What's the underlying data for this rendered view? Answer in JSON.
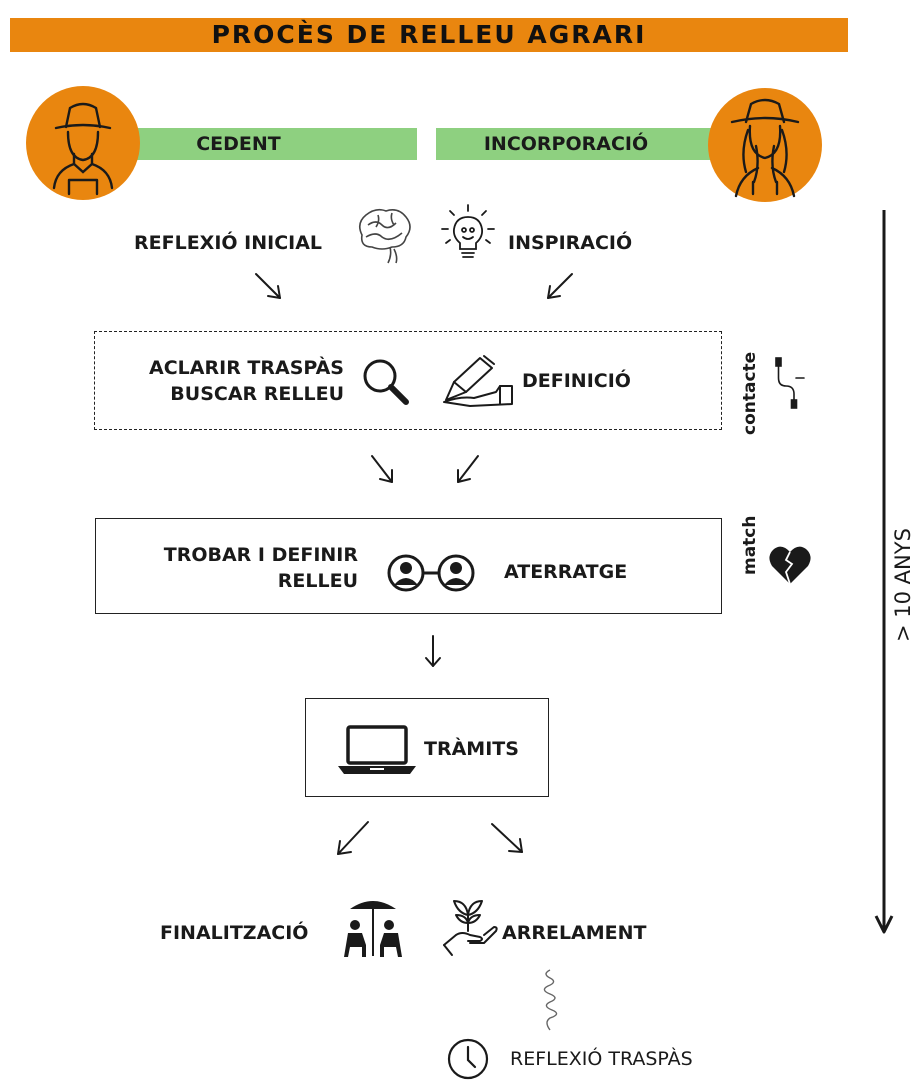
{
  "title": "PROCÈS DE RELLEU AGRARI",
  "colors": {
    "accent": "#e9860f",
    "green": "#8ed080",
    "ink": "#1a1a1a"
  },
  "roles": {
    "left": "CEDENT",
    "right": "INCORPORACIÓ"
  },
  "steps": {
    "reflexio_inicial": "REFLEXIÓ INICIAL",
    "inspiracio": "INSPIRACIÓ",
    "aclarir_traspas": "ACLARIR TRASPÀS",
    "buscar_relleu": "BUSCAR RELLEU",
    "definicio": "DEFINICIÓ",
    "trobar_definir_1": "TROBAR I DEFINIR",
    "trobar_definir_2": "RELLEU",
    "aterratge": "ATERRATGE",
    "tramits": "TRÀMITS",
    "finalitzacio": "FINALITZACIÓ",
    "arrelament": "ARRELAMENT",
    "reflexio_traspas": "REFLEXIÓ TRASPÀS"
  },
  "side_labels": {
    "contacte": "contacte",
    "match": "match"
  },
  "timeline": "> 10 ANYS",
  "icons": [
    "farmer-man-icon",
    "farmer-woman-icon",
    "brain-icon",
    "lightbulb-icon",
    "magnifier-icon",
    "hand-writing-icon",
    "cable-plug-icon",
    "linked-people-icon",
    "broken-heart-puzzle-icon",
    "laptop-icon",
    "beach-chairs-icon",
    "hand-plant-icon",
    "spiral-line-icon",
    "clock-icon"
  ]
}
